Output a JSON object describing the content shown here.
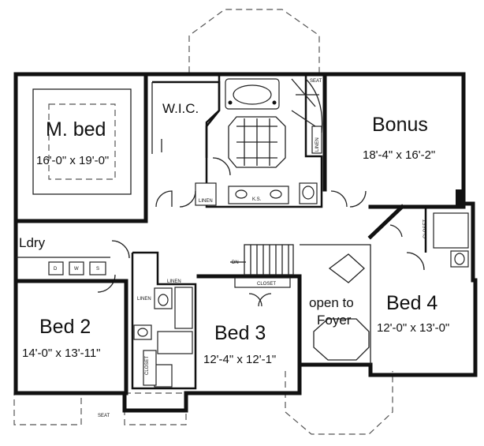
{
  "rooms": {
    "master_bed": {
      "name": "M. bed",
      "dims": "16'-0\" x 19'-0\""
    },
    "wic": {
      "name": "W.I.C."
    },
    "bonus": {
      "name": "Bonus",
      "dims": "18'-4\" x 16'-2\""
    },
    "laundry": {
      "name": "Ldry"
    },
    "bed2": {
      "name": "Bed 2",
      "dims": "14'-0\" x 13'-11\""
    },
    "bed3": {
      "name": "Bed 3",
      "dims": "12'-4\" x 12'-1\""
    },
    "bed4": {
      "name": "Bed 4",
      "dims": "12'-0\" x 13'-0\""
    },
    "open_foyer": {
      "line1": "open to",
      "line2": "Foyer"
    }
  },
  "small_labels": {
    "seat_top": "SEAT",
    "seat_bottom": "SEAT",
    "linen": "LINEN",
    "ks": "K.S.",
    "closet": "CLOSET",
    "dn": "DN",
    "washer": "W",
    "dryer": "D",
    "sink": "S"
  }
}
